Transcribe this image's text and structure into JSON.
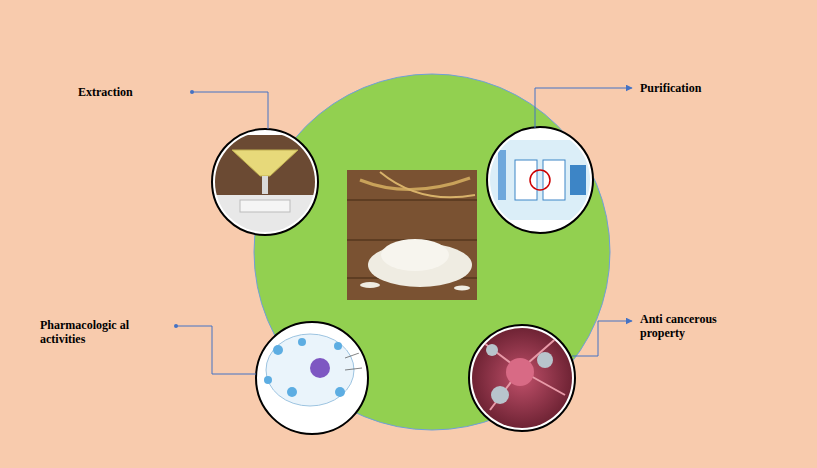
{
  "diagram": {
    "labels": [
      "Extraction",
      "Purification",
      "Pharmacologic al activities",
      "Anti cancerous property"
    ]
  }
}
